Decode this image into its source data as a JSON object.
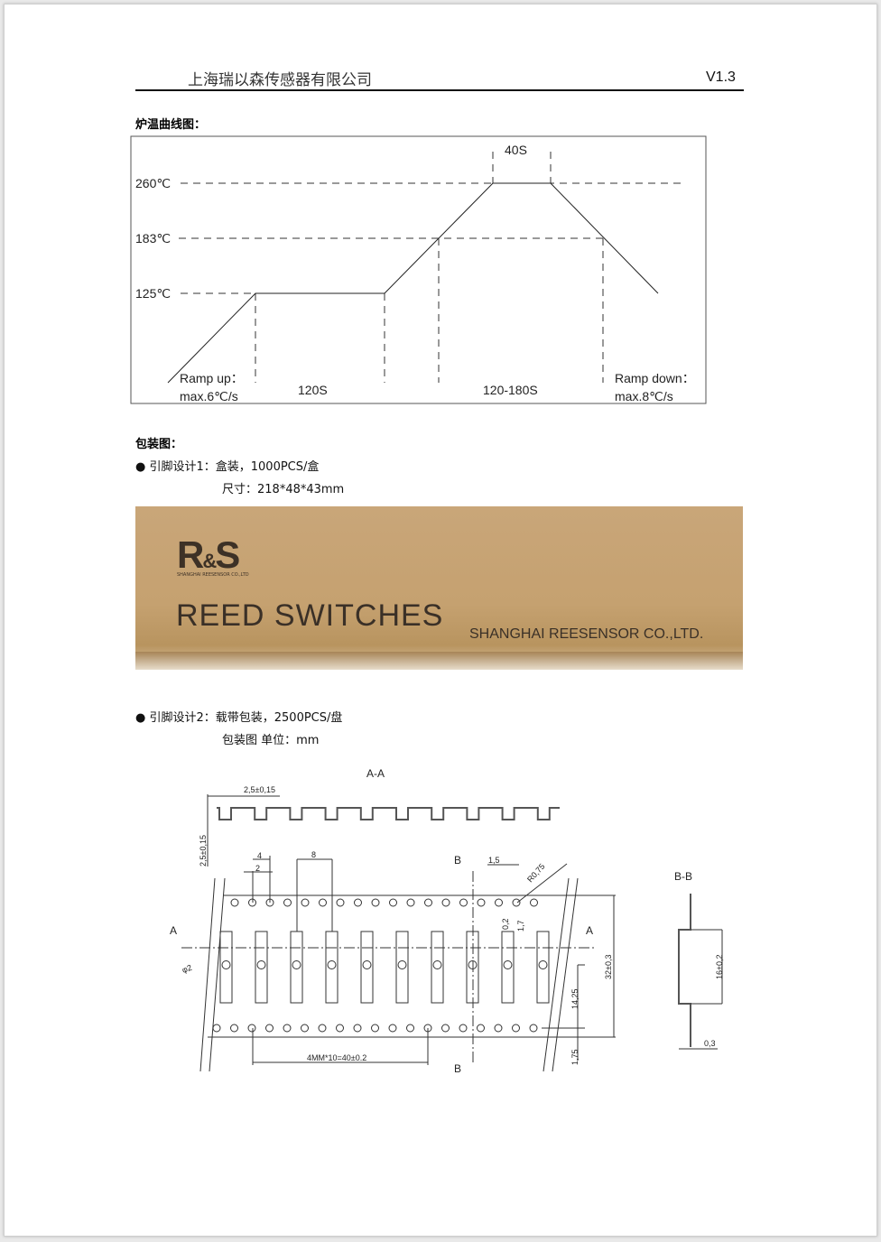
{
  "header": {
    "company": "上海瑞以森传感器有限公司",
    "version": "V1.3"
  },
  "reflow": {
    "heading": "炉温曲线图：",
    "chart_data": {
      "type": "line",
      "title": "炉温曲线图",
      "y_labels": [
        "260℃",
        "183℃",
        "125℃"
      ],
      "segments": [
        "Ramp up：",
        "max.6℃/s",
        "120S",
        "120-180S",
        "40S",
        "Ramp down：",
        "max.8℃/s"
      ],
      "points_temperature": [
        25,
        125,
        125,
        260,
        260,
        183
      ]
    }
  },
  "packaging": {
    "heading": "包装图：",
    "design1": {
      "line1": "引脚设计1：盒装，1000PCS/盒",
      "line2": "尺寸：218*48*43mm"
    },
    "box_photo": {
      "logo": "R&S",
      "logo_sub": "SHANGHAI REESENSOR CO.,LTD",
      "title": "REED SWITCHES",
      "company": "SHANGHAI REESENSOR CO.,LTD."
    },
    "design2": {
      "line1": "引脚设计2：载带包装，2500PCS/盘",
      "line2": "包装图 单位：mm"
    },
    "drawing": {
      "section_aa": "A-A",
      "section_bb": "B-B",
      "label_a": "A",
      "label_b": "B",
      "dims": {
        "pitch_width": "2,5±0,15",
        "depth": "2,5±0,15",
        "d4": "4",
        "d2": "2",
        "d8": "8",
        "d15": "1,5",
        "r": "R0,75",
        "d02": "0,2",
        "d17": "1,7",
        "phi": "φ2",
        "d32": "32±0,3",
        "d1425": "14,25",
        "d175": "1,75",
        "pitch_total": "4MM*10=40±0.2",
        "bb_height": "16±0,2",
        "bb_thick": "0,3"
      }
    }
  }
}
